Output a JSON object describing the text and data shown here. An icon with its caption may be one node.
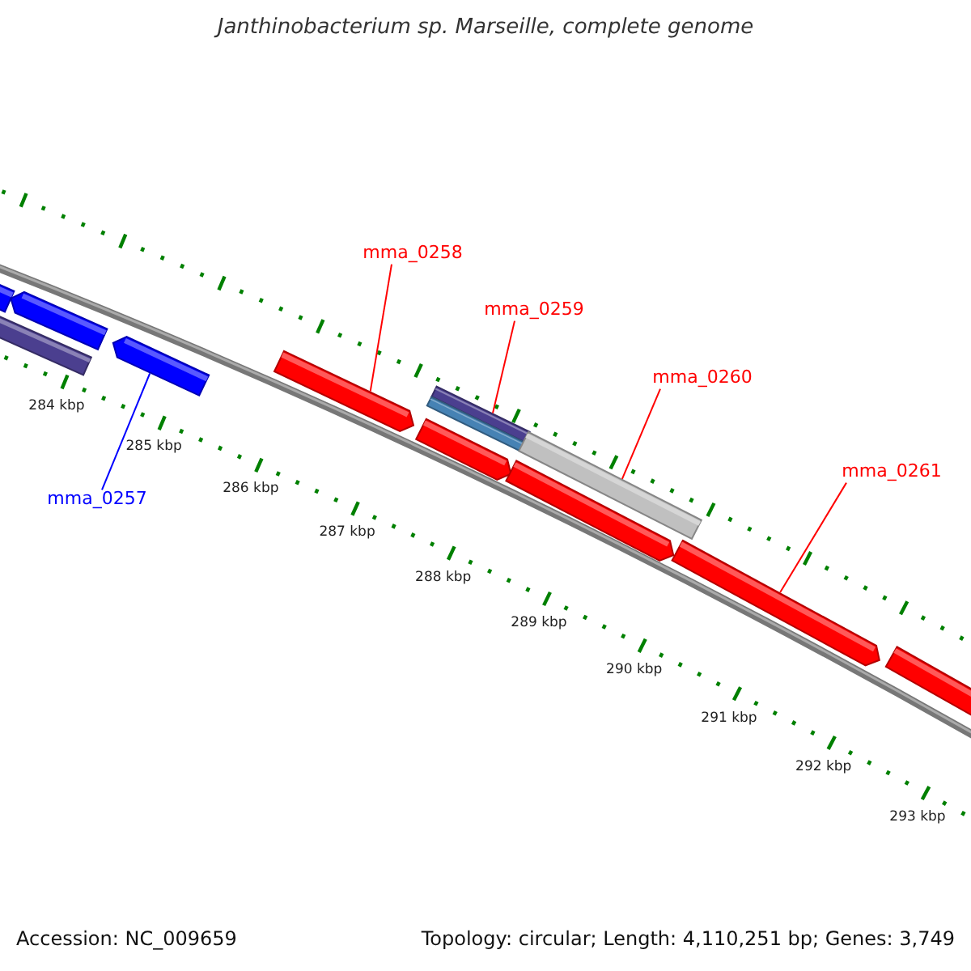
{
  "diagram": {
    "title": "Janthinobacterium sp. Marseille, complete genome",
    "nodes": [
      {
        "text": [],
        "shape": "bar"
      },
      {
        "text": [],
        "shape": "arrow"
      },
      {
        "text": [],
        "shape": "bar"
      },
      {
        "text": [
          "mma_0257"
        ]
      },
      {
        "text": [],
        "shape": "arrow"
      },
      {
        "text": [
          "mma_0258"
        ]
      },
      {
        "text": [],
        "shape": "arrow"
      },
      {
        "text": [],
        "shape": "arrow"
      },
      {
        "text": [
          "mma_0259"
        ]
      },
      {
        "text": [],
        "shape": "bar"
      },
      {
        "text": [],
        "shape": "bar"
      },
      {
        "text": [
          "mma_0260"
        ]
      },
      {
        "text": [],
        "shape": "bar"
      },
      {
        "text": [],
        "shape": "arrow"
      },
      {
        "text": [
          "mma_0261"
        ]
      },
      {
        "text": [],
        "shape": "arrow"
      },
      {
        "text": [],
        "shape": "bar"
      }
    ],
    "edges": [
      {
        "from": 3,
        "to": 4,
        "arrow": "none",
        "color": "#0000ff"
      },
      {
        "from": 5,
        "to": 6,
        "arrow": "none"
      },
      {
        "from": 8,
        "to": 9,
        "arrow": "none"
      },
      {
        "from": 11,
        "to": 12,
        "arrow": "none"
      },
      {
        "from": 14,
        "to": 15,
        "arrow": "none"
      }
    ],
    "labels": [
      "284 kbp",
      "285 kbp",
      "286 kbp",
      "287 kbp",
      "288 kbp",
      "289 kbp",
      "290 kbp",
      "291 kbp",
      "292 kbp",
      "293 kbp",
      "Accession: NC_009659",
      "Topology: circular; Length: 4,110,251 bp; Genes: 3,749"
    ]
  }
}
